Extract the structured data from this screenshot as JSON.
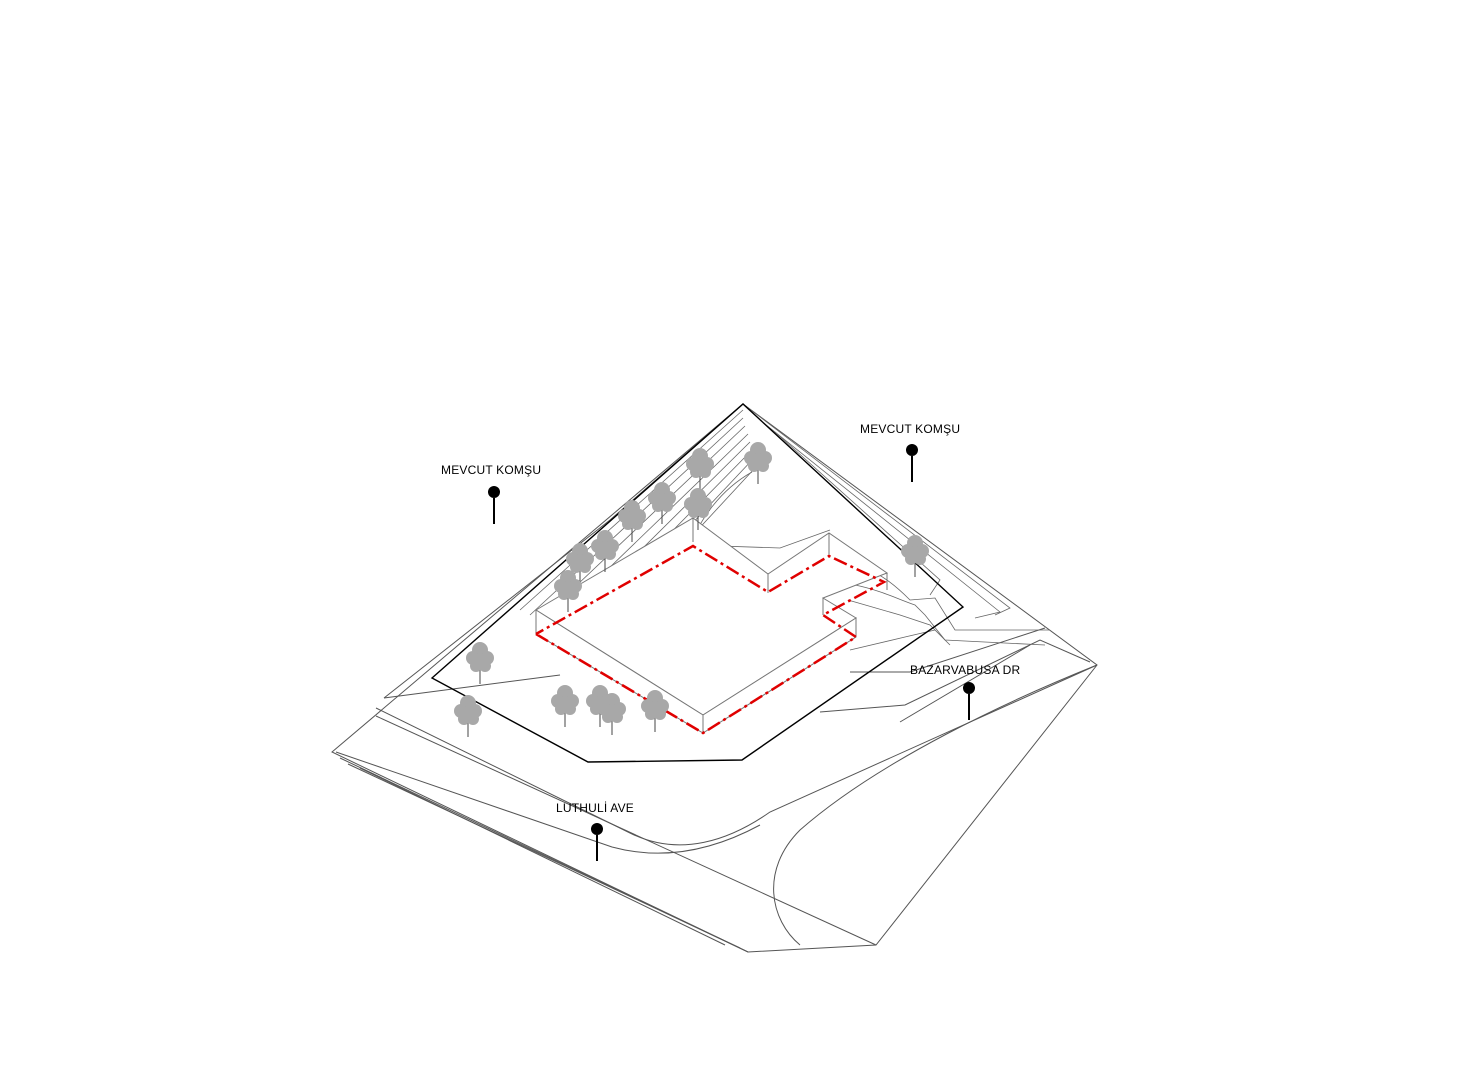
{
  "labels": {
    "neighbor_west": "MEVCUT KOMŞU",
    "neighbor_east": "MEVCUT KOMŞU",
    "street_east": "BAZARVABUSA DR",
    "street_south": "LUTHULİ AVE"
  },
  "colors": {
    "line": "#000000",
    "thin_line": "#555555",
    "building_outline": "#777777",
    "boundary_dashed": "#e00000",
    "tree": "#a8a8a8",
    "trunk": "#444444"
  },
  "icons": {
    "marker": "location-pin-icon",
    "tree": "tree-icon"
  }
}
